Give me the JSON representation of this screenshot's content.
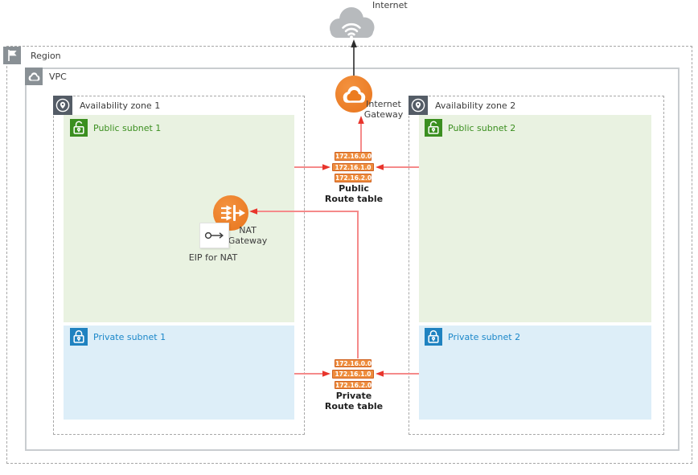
{
  "internet": {
    "label": "Internet"
  },
  "region": {
    "label": "Region"
  },
  "vpc": {
    "label": "VPC"
  },
  "zone1": {
    "label": "Availability zone 1"
  },
  "zone2": {
    "label": "Availability zone 2"
  },
  "subnets": {
    "public1": {
      "label": "Public subnet 1"
    },
    "private1": {
      "label": "Private subnet 1"
    },
    "public2": {
      "label": "Public subnet 2"
    },
    "private2": {
      "label": "Private subnet 2"
    }
  },
  "internet_gateway": {
    "line1": "Internet",
    "line2": "Gateway"
  },
  "nat_gateway": {
    "line1": "NAT",
    "line2": "Gateway"
  },
  "eip": {
    "label": "EIP for NAT"
  },
  "route_tables": {
    "public": {
      "rows": [
        "172.16.0.0",
        "172.16.1.0",
        "172.16.2.0"
      ],
      "line1": "Public",
      "line2": "Route table"
    },
    "private": {
      "rows": [
        "172.16.0.0",
        "172.16.1.0",
        "172.16.2.0"
      ],
      "line1": "Private",
      "line2": "Route table"
    }
  },
  "colors": {
    "gateway_orange": "#ec7c1f",
    "route_row_orange": "#ee8d3e",
    "arrow_red": "#f58a8a",
    "arrowhead_red": "#e8352c",
    "public_green": "#3b8f20",
    "public_bg": "#e9f2e1",
    "private_blue": "#1f82c0",
    "private_bg": "#ddeef8",
    "cloud_gray": "#b7babd",
    "zone_icon_gray": "#545c66",
    "container_icon_gray": "#899095"
  }
}
